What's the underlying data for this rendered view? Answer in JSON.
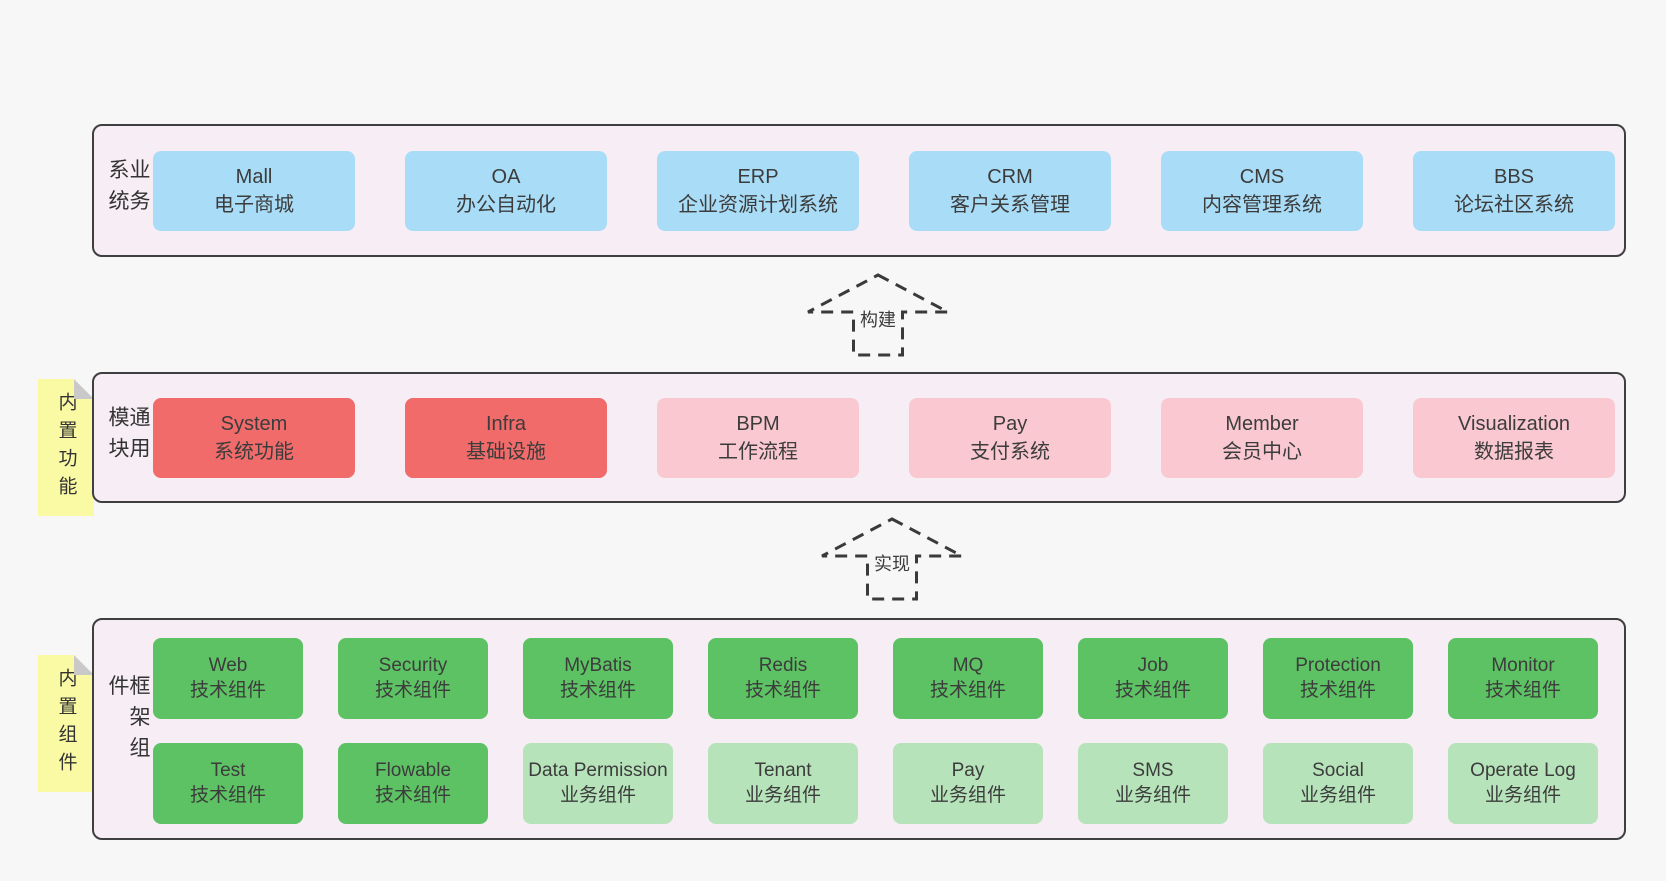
{
  "page": {
    "background": "#f7f7f7"
  },
  "colors": {
    "container_bg": "#f7edf5",
    "container_border": "#3f3f3f",
    "blue_box": "#a9dcf6",
    "red_box": "#f16b6b",
    "pink_box": "#f9c8d1",
    "green_box": "#5dc263",
    "light_green_box": "#b6e3ba",
    "note_yellow": "#fafaa5",
    "note_fold": "#c9c9c9",
    "text": "#3c3c3c"
  },
  "layers": [
    {
      "label": "业务系统",
      "boxes": [
        {
          "name": "Mall",
          "desc": "电子商城"
        },
        {
          "name": "OA",
          "desc": "办公自动化"
        },
        {
          "name": "ERP",
          "desc": "企业资源计划系统"
        },
        {
          "name": "CRM",
          "desc": "客户关系管理"
        },
        {
          "name": "CMS",
          "desc": "内容管理系统"
        },
        {
          "name": "BBS",
          "desc": "论坛社区系统"
        }
      ]
    },
    {
      "label": "通用模块",
      "note": "内置功能",
      "boxes": [
        {
          "name": "System",
          "desc": "系统功能"
        },
        {
          "name": "Infra",
          "desc": "基础设施"
        },
        {
          "name": "BPM",
          "desc": "工作流程"
        },
        {
          "name": "Pay",
          "desc": "支付系统"
        },
        {
          "name": "Member",
          "desc": "会员中心"
        },
        {
          "name": "Visualization",
          "desc": "数据报表"
        }
      ]
    },
    {
      "label": "框架组件",
      "note": "内置组件",
      "rows": [
        [
          {
            "name": "Web",
            "desc": "技术组件"
          },
          {
            "name": "Security",
            "desc": "技术组件"
          },
          {
            "name": "MyBatis",
            "desc": "技术组件"
          },
          {
            "name": "Redis",
            "desc": "技术组件"
          },
          {
            "name": "MQ",
            "desc": "技术组件"
          },
          {
            "name": "Job",
            "desc": "技术组件"
          },
          {
            "name": "Protection",
            "desc": "技术组件"
          },
          {
            "name": "Monitor",
            "desc": "技术组件"
          }
        ],
        [
          {
            "name": "Test",
            "desc": "技术组件"
          },
          {
            "name": "Flowable",
            "desc": "技术组件"
          },
          {
            "name": "Data Permission",
            "desc": "业务组件"
          },
          {
            "name": "Tenant",
            "desc": "业务组件"
          },
          {
            "name": "Pay",
            "desc": "业务组件"
          },
          {
            "name": "SMS",
            "desc": "业务组件"
          },
          {
            "name": "Social",
            "desc": "业务组件"
          },
          {
            "name": "Operate Log",
            "desc": "业务组件"
          }
        ]
      ]
    }
  ],
  "arrows": [
    {
      "label": "构建"
    },
    {
      "label": "实现"
    }
  ]
}
